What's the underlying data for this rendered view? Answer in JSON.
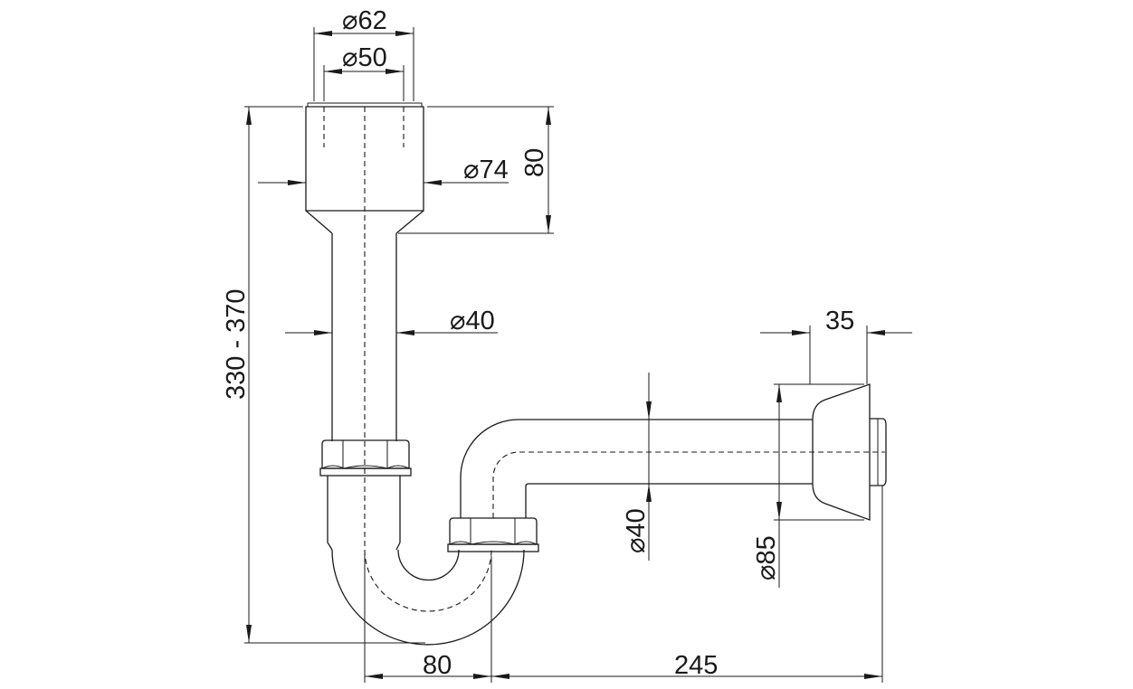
{
  "drawing": {
    "title": "Siphon dimension drawing",
    "dimensions": {
      "top_outer_diameter": "⌀62",
      "top_inner_diameter": "⌀50",
      "cup_diameter": "⌀74",
      "cup_height": "80",
      "overall_height": "330 - 370",
      "pipe_diameter_vertical": "⌀40",
      "rosette_depth": "35",
      "pipe_diameter_horizontal": "⌀40",
      "rosette_diameter": "⌀85",
      "trap_offset": "80",
      "horizontal_length": "245"
    }
  }
}
